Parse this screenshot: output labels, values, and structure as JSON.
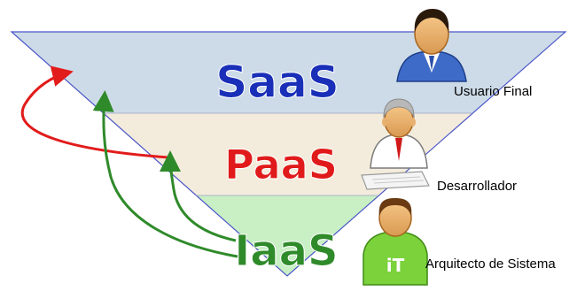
{
  "layers": [
    {
      "label": "SaaS",
      "color": "#1a2fb8",
      "fill": "#cddbe8",
      "role": "Usuario Final"
    },
    {
      "label": "PaaS",
      "color": "#e01a1a",
      "fill": "#f3ecdc",
      "role": "Desarrollador"
    },
    {
      "label": "IaaS",
      "color": "#2f8a2a",
      "fill": "#c9efc4",
      "role": "Arquitecto de Sistema"
    }
  ],
  "icons": {
    "user": "business-user-icon",
    "developer": "developer-at-keyboard-icon",
    "architect": "it-architect-icon",
    "architect_badge": "iT"
  },
  "arrows": {
    "red": "#e21b1b",
    "green": "#2f8a2a"
  }
}
